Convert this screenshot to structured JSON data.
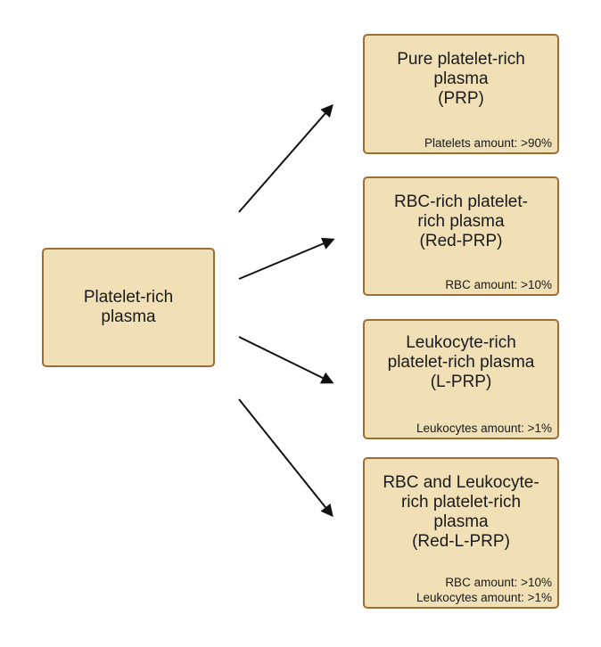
{
  "source": {
    "label": "Platelet-rich plasma"
  },
  "targets": [
    {
      "title": "Pure platelet-rich plasma (PRP)",
      "lines": [
        "Pure platelet-rich",
        "plasma",
        "(PRP)"
      ],
      "notes": [
        "Platelets amount: >90%"
      ]
    },
    {
      "title": "RBC-rich platelet-rich plasma (Red-PRP)",
      "lines": [
        "RBC-rich platelet-",
        "rich plasma",
        "(Red-PRP)"
      ],
      "notes": [
        "RBC amount: >10%"
      ]
    },
    {
      "title": "Leukocyte-rich platelet-rich plasma (L-PRP)",
      "lines": [
        "Leukocyte-rich",
        "platelet-rich plasma",
        "(L-PRP)"
      ],
      "notes": [
        "Leukocytes amount: >1%"
      ]
    },
    {
      "title": "RBC and Leukocyte-rich platelet-rich plasma (Red-L-PRP)",
      "lines": [
        "RBC and Leukocyte-",
        "rich platelet-rich",
        "plasma",
        "(Red-L-PRP)"
      ],
      "notes": [
        "RBC amount: >10%",
        "Leukocytes amount: >1%"
      ]
    }
  ],
  "colors": {
    "box_fill": "#f1e0b6",
    "box_border": "#9a6f34",
    "arrow": "#111111"
  }
}
